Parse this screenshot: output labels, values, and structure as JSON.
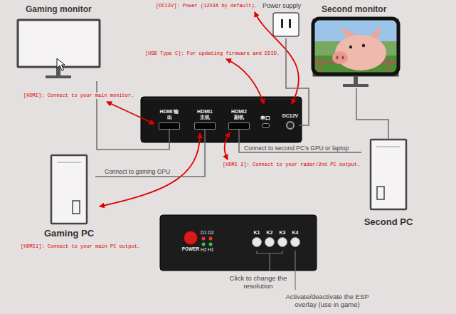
{
  "diagram": {
    "nodes": [
      {
        "text": [
          "Gaming monitor"
        ]
      },
      {
        "text": [
          "Power supply"
        ]
      },
      {
        "text": [
          "Second monitor"
        ]
      },
      {
        "text": [
          "HDMI 输出"
        ]
      },
      {
        "text": [
          "HDMI1 主机"
        ]
      },
      {
        "text": [
          "HDMI2 副机"
        ]
      },
      {
        "text": [
          "串口"
        ]
      },
      {
        "text": [
          "DC12V"
        ]
      },
      {
        "text": [
          "Gaming PC"
        ]
      },
      {
        "text": [
          "Second PC"
        ]
      },
      {
        "text": [
          "D1 D2",
          "H2 H1"
        ]
      },
      {
        "text": [
          "POWER"
        ],
        "in": 10
      },
      {
        "text": [
          "K1"
        ],
        "in": 10
      },
      {
        "text": [
          "K2"
        ],
        "in": 10
      },
      {
        "text": [
          "K3"
        ],
        "in": 10
      },
      {
        "text": [
          "K4"
        ],
        "in": 10
      }
    ],
    "edges": [
      {
        "from": 0,
        "to": 3,
        "arrow": "none"
      },
      {
        "from": 8,
        "to": 4,
        "label": "Connect to gaming GPU",
        "arrow": "none"
      },
      {
        "from": 5,
        "to": 9,
        "label": "Connect to second PC's GPU or laptop",
        "arrow": "none"
      },
      {
        "from": 1,
        "to": 7,
        "arrow": "none"
      },
      {
        "from": 2,
        "to": 9,
        "arrow": "none"
      }
    ],
    "labels": [
      "[DC12V]: Power (12V2A by default).",
      "[USB Type C]: For updating firmware and EDID.",
      "[HDMI]: Connect to your main monitor.",
      "[HDMI 2]: Connect to your radar/2nd PC output.",
      "[HDMI1]: Connect to your main PC output.",
      "Click to change the resolution",
      "Activate/deactivate the ESP overlay (use in game)"
    ]
  }
}
